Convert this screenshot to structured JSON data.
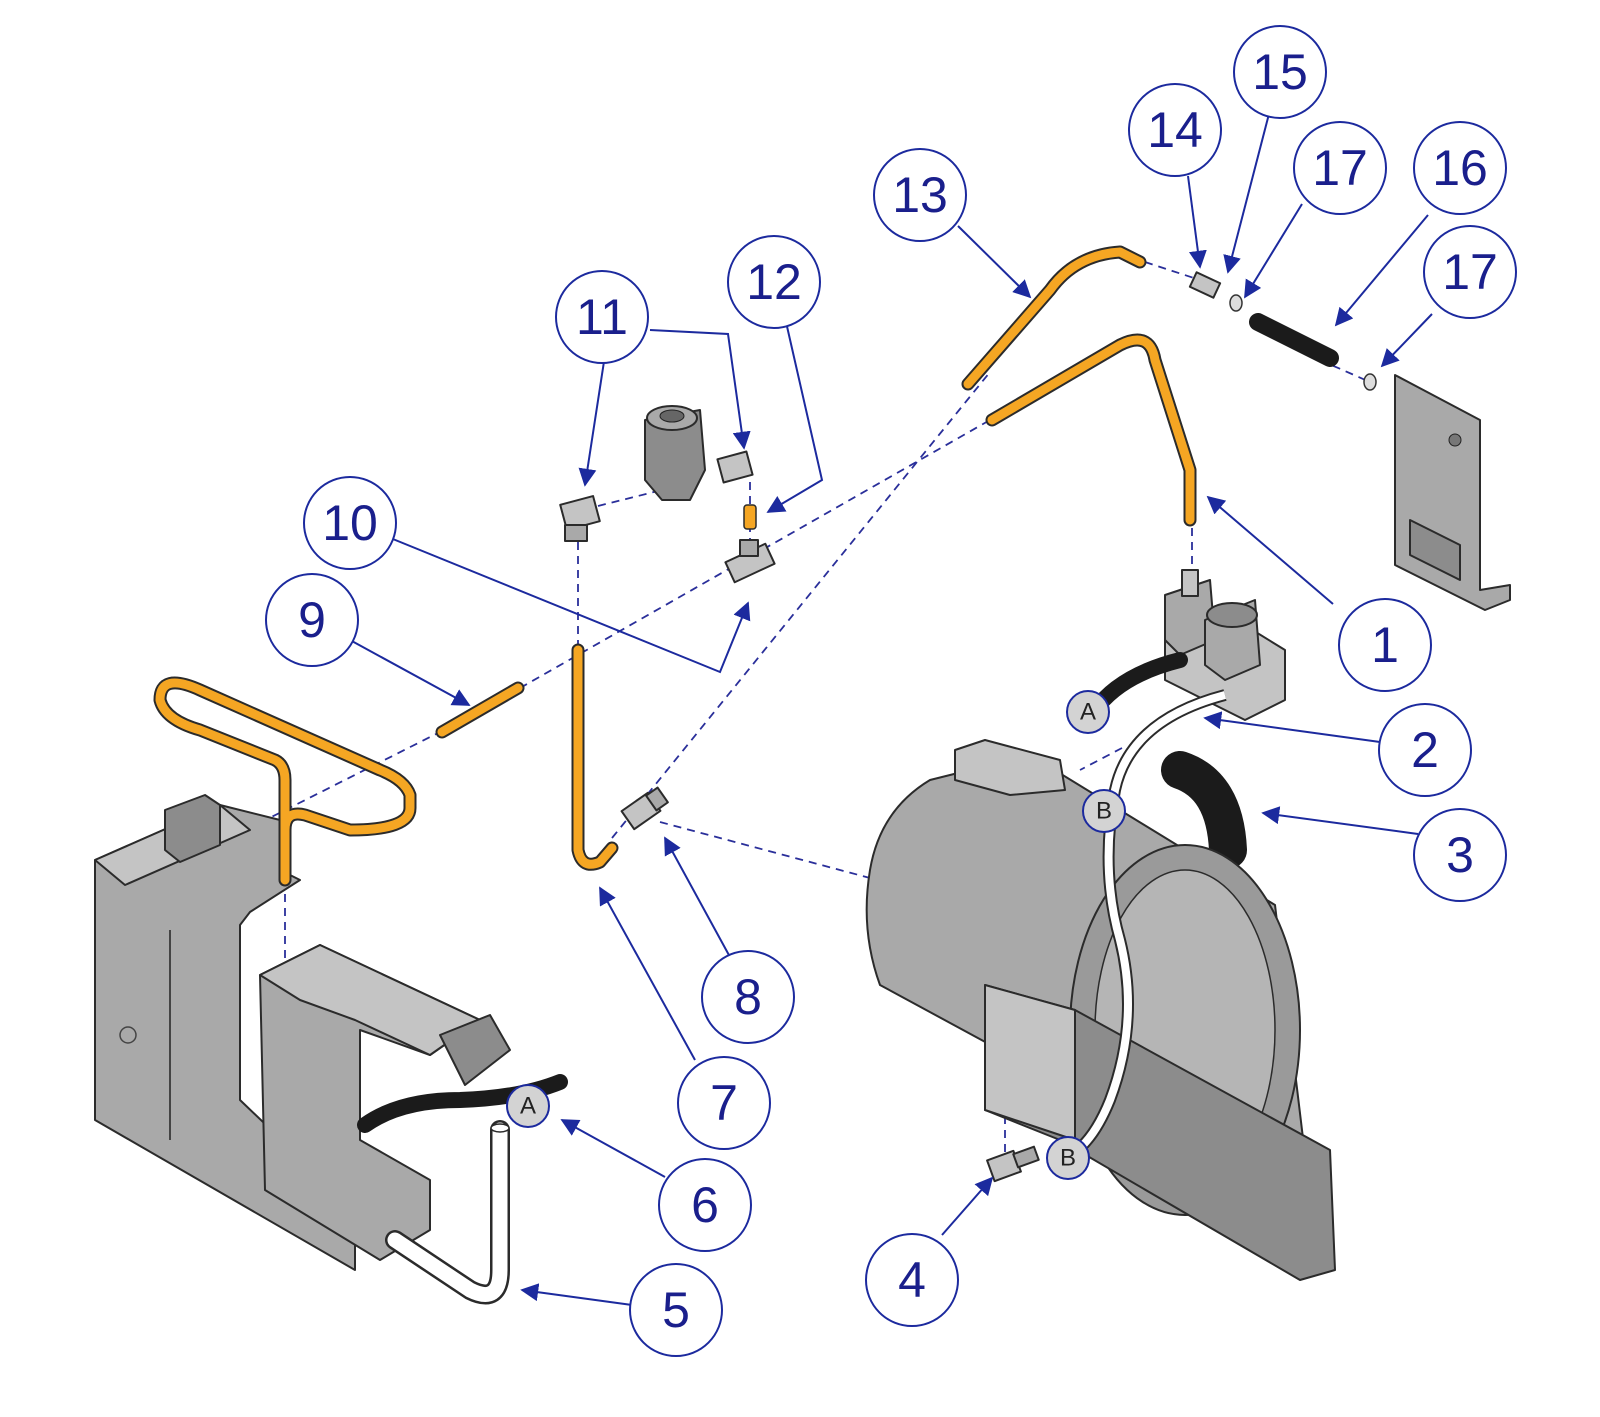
{
  "callouts": [
    "1",
    "2",
    "3",
    "4",
    "5",
    "6",
    "7",
    "8",
    "9",
    "10",
    "11",
    "12",
    "13",
    "14",
    "15",
    "16",
    "17",
    "17"
  ],
  "connectors": {
    "a": "A",
    "b": "B"
  },
  "colors": {
    "callout_stroke": "#1c2a9e",
    "tube": "#f5a623",
    "part_grey": "#a9a9a9"
  }
}
